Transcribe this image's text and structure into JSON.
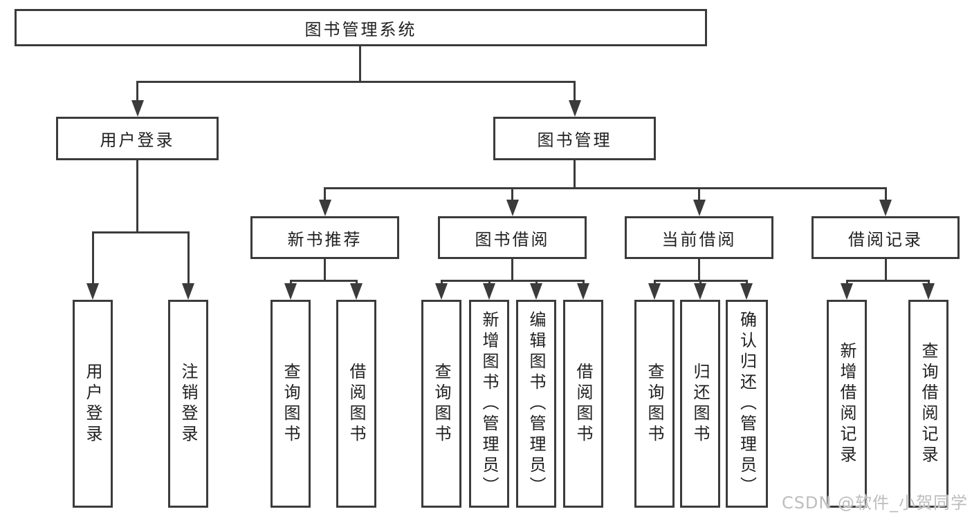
{
  "diagram": {
    "root": "图书管理系统",
    "children": [
      {
        "label": "用户登录",
        "children": [
          "用户登录",
          "注销登录"
        ]
      },
      {
        "label": "图书管理",
        "children": [
          {
            "label": "新书推荐",
            "children": [
              "查询图书",
              "借阅图书"
            ]
          },
          {
            "label": "图书借阅",
            "children": [
              "查询图书",
              "新增图书（管理员）",
              "编辑图书（管理员）",
              "借阅图书"
            ]
          },
          {
            "label": "当前借阅",
            "children": [
              "查询图书",
              "归还图书",
              "确认归还（管理员）"
            ]
          },
          {
            "label": "借阅记录",
            "children": [
              "新增借阅记录",
              "查询借阅记录"
            ]
          }
        ]
      }
    ]
  },
  "watermark": "CSDN @软件_小贺同学",
  "colors": {
    "line": "#3b3b3b",
    "text": "#1f1f1f",
    "watermark": "#bdbdbd",
    "background": "#ffffff"
  }
}
